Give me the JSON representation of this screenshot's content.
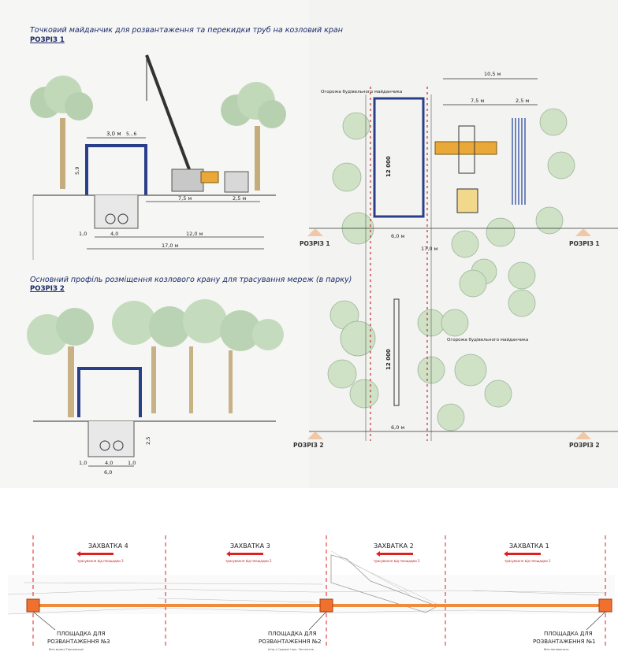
{
  "top_left": {
    "title1": "Точковий майданчик для розвантаження та перекидки труб на козловий кран",
    "section1": "РОЗРІЗ 1",
    "title2": "Основний профіль розміщення козлового крану для трасування мереж  (в парку)",
    "section2": "РОЗРІЗ 2",
    "dims1": {
      "d30": "3,0 м",
      "d5_6": "5...6",
      "d75": "7,5 м",
      "d25": "2,5 м",
      "d10": "1,0",
      "d40": "4,0",
      "d120": "12,0 м",
      "d170": "17,0 м",
      "d59": "5,9"
    },
    "dims2": {
      "d10": "1,0",
      "d40": "4,0",
      "d10b": "1,0",
      "d60": "6,0",
      "d25": "2,5"
    }
  },
  "top_right": {
    "top_dim": "10,5 м",
    "dim75": "7,5 м",
    "dim25": "2,5 м",
    "label_fence_top": "Огорожа будівельного майданчика",
    "label_fence_bottom": "Огорожа будівельного майданчика",
    "len_top": "12 000",
    "len_bottom": "12 000",
    "width1": "6,0 м",
    "width2": "6,0 м",
    "dim170": "17,0 м",
    "section1_left": "РОЗРІЗ 1",
    "section1_right": "РОЗРІЗ 1",
    "section2_left": "РОЗРІЗ 2",
    "section2_right": "РОЗРІЗ 2"
  },
  "bottom": {
    "stages": [
      {
        "label": "ЗАХВАТКА 4",
        "sub": "трасування від площадки 3"
      },
      {
        "label": "ЗАХВАТКА 3",
        "sub": "трасування від площадки 2"
      },
      {
        "label": "ЗАХВАТКА 2",
        "sub": "трасування від площадки 2"
      },
      {
        "label": "ЗАХВАТКА 1",
        "sub": "трасування від площадки 1"
      }
    ],
    "sites": [
      {
        "label1": "ПЛОЩАДКА ДЛЯ",
        "label2": "РОЗВАНТАЖЕННЯ  №3",
        "note": "біля вулиці Терновської"
      },
      {
        "label1": "ПЛОЩАДКА ДЛЯ",
        "label2": "РОЗВАНТАЖЕННЯ  №2",
        "note": "в'їзд з Садової і вул. Честнатна"
      },
      {
        "label1": "ПЛОЩАДКА ДЛЯ",
        "label2": "РОЗВАНТАЖЕННЯ  №1",
        "note": "біля автовокзалу"
      }
    ],
    "colors": {
      "pipe": "#f08a3c",
      "site": "#f07030",
      "divider": "#e02020",
      "arrow": "#e02020"
    }
  }
}
